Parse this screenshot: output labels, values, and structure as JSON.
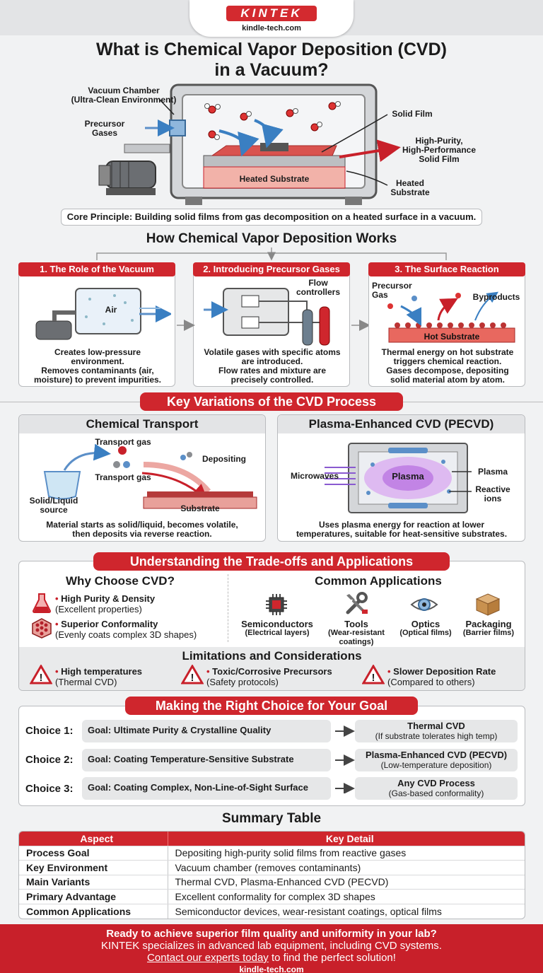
{
  "header": {
    "brand": "KINTEK",
    "site": "kindle-tech.com"
  },
  "title": {
    "line1": "What is Chemical Vapor Deposition (CVD)",
    "line2": "in a Vacuum?"
  },
  "hero": {
    "vacuum_chamber": "Vacuum Chamber",
    "vacuum_chamber_sub": "(Ultra-Clean Environment)",
    "precursor_gases": "Precursor\nGases",
    "solid_film": "Solid Film",
    "output": "High-Purity,\nHigh-Performance\nSolid Film",
    "heated_substrate_inside": "Heated Substrate",
    "heated_substrate": "Heated\nSubstrate",
    "core_principle": "Core Principle: Building solid films from gas decomposition on a heated surface in a vacuum."
  },
  "how": {
    "title": "How Chemical Vapor Deposition Works",
    "steps": [
      {
        "title": "1. The Role of the Vacuum",
        "inner": "Air",
        "desc": "Creates low-pressure\nenvironment.\nRemoves contaminants (air,\nmoisture) to prevent impurities."
      },
      {
        "title": "2. Introducing Precursor Gases",
        "inner": "Flow\ncontrollers",
        "desc": "Volatile gases with specific atoms\nare introduced.\nFlow rates and mixture are\nprecisely controlled."
      },
      {
        "title": "3. The Surface Reaction",
        "inner": "Precursor\nGas",
        "inner2": "Byproducts",
        "inner3": "Hot Substrate",
        "desc": "Thermal energy on hot substrate\ntriggers chemical reaction.\nGases decompose, depositing\nsolid material atom by atom."
      }
    ]
  },
  "variations": {
    "title": "Key Variations of the CVD Process",
    "chemical_transport": {
      "title": "Chemical Transport",
      "transport_gas_1": "Transport gas",
      "transport_gas_2": "Transport gas",
      "depositing": "Depositing",
      "source": "Solid/Liquid\nsource",
      "substrate": "Substrate",
      "desc": "Material starts as solid/liquid, becomes volatile,\nthen deposits via reverse reaction."
    },
    "pecvd": {
      "title": "Plasma-Enhanced CVD (PECVD)",
      "microwaves": "Microwaves",
      "plasma_center": "Plasma",
      "plasma": "Plasma",
      "reactive_ions": "Reactive\nions",
      "desc": "Uses plasma energy for reaction at lower\ntemperatures, suitable for heat-sensitive substrates."
    }
  },
  "tradeoffs": {
    "title": "Understanding the Trade-offs and Applications",
    "why_title": "Why Choose CVD?",
    "why": [
      {
        "label": "High Purity & Density",
        "sub": "(Excellent properties)",
        "icon": "flask-icon"
      },
      {
        "label": "Superior Conformality",
        "sub": "(Evenly coats complex 3D shapes)",
        "icon": "lattice-icon"
      }
    ],
    "apps_title": "Common Applications",
    "apps": [
      {
        "label": "Semiconductors",
        "sub": "(Electrical layers)",
        "icon": "chip-icon"
      },
      {
        "label": "Tools",
        "sub": "(Wear-resistant\ncoatings)",
        "icon": "tools-icon"
      },
      {
        "label": "Optics",
        "sub": "(Optical films)",
        "icon": "eye-icon"
      },
      {
        "label": "Packaging",
        "sub": "(Barrier films)",
        "icon": "box-icon"
      }
    ],
    "limits_title": "Limitations and Considerations",
    "limits": [
      {
        "label": "High temperatures",
        "sub": "(Thermal CVD)"
      },
      {
        "label": "Toxic/Corrosive Precursors",
        "sub": "(Safety protocols)"
      },
      {
        "label": "Slower Deposition Rate",
        "sub": "(Compared to others)"
      }
    ]
  },
  "choice": {
    "title": "Making the Right Choice for Your Goal",
    "rows": [
      {
        "label": "Choice 1:",
        "goal": "Goal: Ultimate Purity & Crystalline Quality",
        "result": "Thermal CVD",
        "result_sub": "(If substrate tolerates high temp)"
      },
      {
        "label": "Choice 2:",
        "goal": "Goal: Coating Temperature-Sensitive Substrate",
        "result": "Plasma-Enhanced CVD (PECVD)",
        "result_sub": "(Low-temperature deposition)"
      },
      {
        "label": "Choice 3:",
        "goal": "Goal: Coating Complex, Non-Line-of-Sight Surface",
        "result": "Any CVD Process",
        "result_sub": "(Gas-based conformality)"
      }
    ]
  },
  "summary": {
    "title": "Summary Table",
    "headers": [
      "Aspect",
      "Key Detail"
    ],
    "rows": [
      [
        "Process Goal",
        "Depositing high-purity solid films from reactive gases"
      ],
      [
        "Key Environment",
        "Vacuum chamber (removes contaminants)"
      ],
      [
        "Main Variants",
        "Thermal CVD, Plasma-Enhanced CVD (PECVD)"
      ],
      [
        "Primary Advantage",
        "Excellent conformality for complex 3D shapes"
      ],
      [
        "Common Applications",
        "Semiconductor devices, wear-resistant coatings, optical films"
      ]
    ]
  },
  "footer": {
    "line1": "Ready to achieve superior film quality and uniformity in your lab?",
    "line2": "KINTEK specializes in advanced lab equipment, including CVD systems.",
    "link": "Contact our experts today",
    "line3_rest": " to find the perfect solution!",
    "site": "kindle-tech.com"
  },
  "colors": {
    "accent": "#cf262d",
    "panel": "#e3e4e6"
  }
}
